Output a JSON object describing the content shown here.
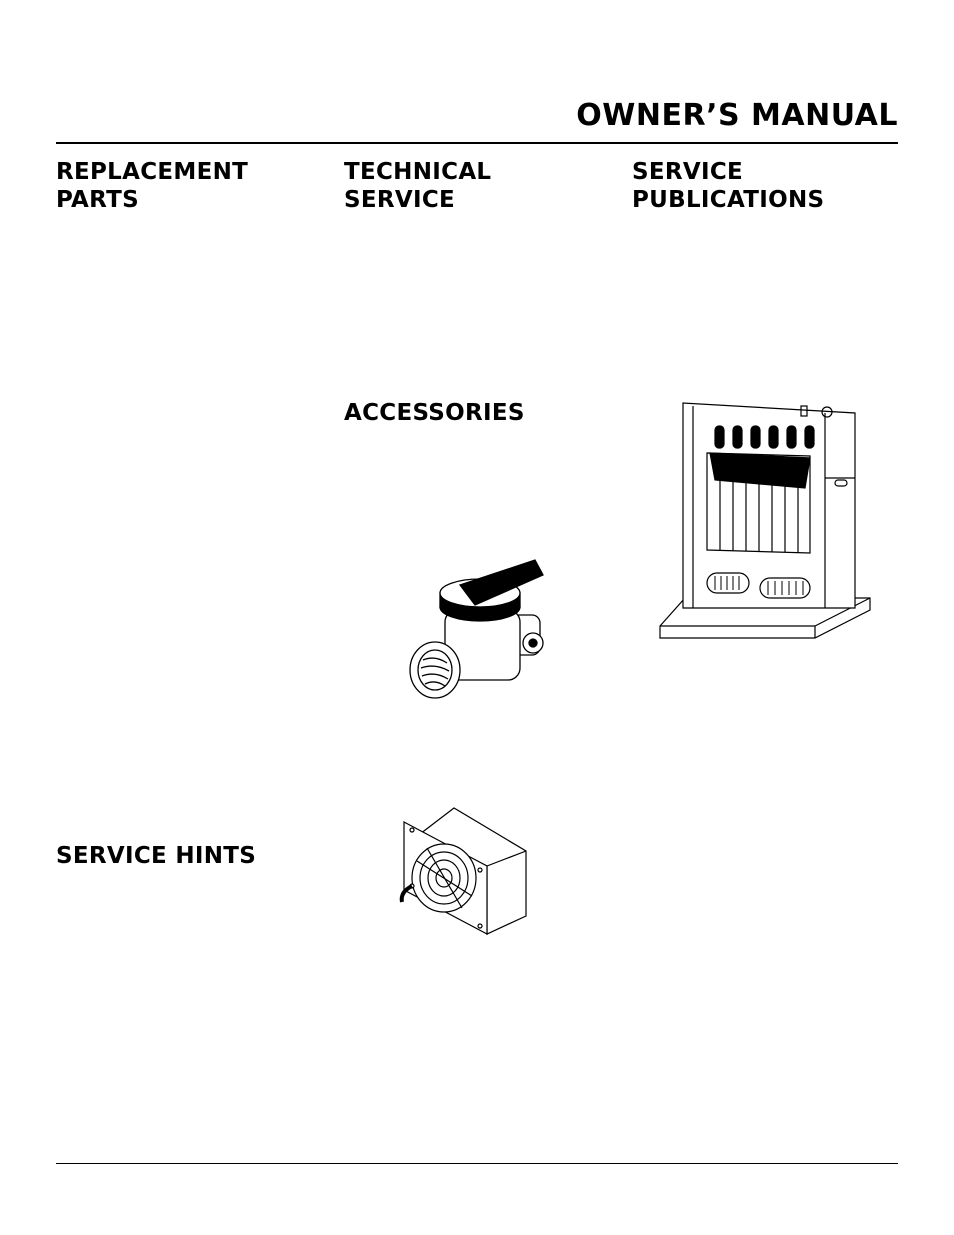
{
  "header": {
    "title": "OWNER’S MANUAL"
  },
  "sections": {
    "replacement_parts": {
      "line1": "REPLACEMENT",
      "line2": "PARTS"
    },
    "technical_service": {
      "line1": "TECHNICAL",
      "line2": "SERVICE"
    },
    "service_publications": {
      "line1": "SERVICE",
      "line2": "PUBLICATIONS"
    },
    "accessories": {
      "label": "ACCESSORIES"
    },
    "service_hints": {
      "label": "SERVICE HINTS"
    }
  }
}
